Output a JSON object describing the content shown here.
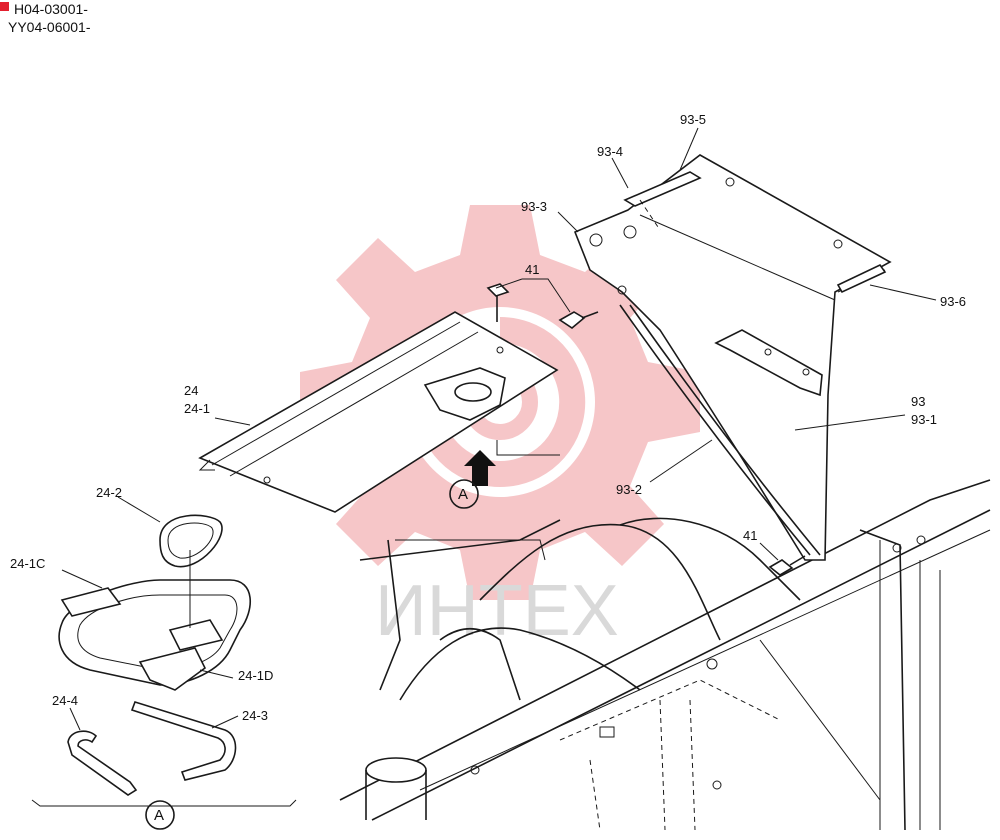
{
  "header": {
    "serial_1": "H04-03001-",
    "serial_2": "YY04-06001-",
    "marker_color": "#e3202f"
  },
  "watermark": {
    "text": "ИНТЕХ",
    "gear_color": "#f6c6c8"
  },
  "callouts": {
    "c93_5": "93-5",
    "c93_4": "93-4",
    "c93_3": "93-3",
    "c93_6": "93-6",
    "c93": "93",
    "c93_1": "93-1",
    "c93_2": "93-2",
    "c41_top": "41",
    "c41_bottom": "41",
    "c24": "24",
    "c24_1": "24-1",
    "c24_2": "24-2",
    "c24_1c": "24-1C",
    "c24_1d": "24-1D",
    "c24_3": "24-3",
    "c24_4": "24-4"
  },
  "view_markers": {
    "arrow_label": "A",
    "detail_label": "A"
  },
  "icons": [
    "view-arrow-icon",
    "bolt-icon",
    "gear-watermark-icon"
  ]
}
